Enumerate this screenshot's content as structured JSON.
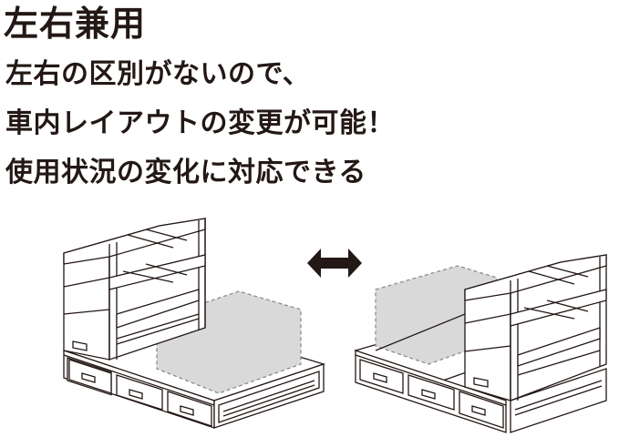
{
  "heading": {
    "title": "左右兼用",
    "lines": [
      "左右の区別がないので、",
      "車内レイアウトの変更が可能！",
      "使用状況の変化に対応できる"
    ]
  },
  "illustration": {
    "left_variant": "shelf-unit-left-with-open-floor-right",
    "right_variant": "shelf-unit-right-with-open-floor-left",
    "arrow": "double-headed-arrow",
    "colors": {
      "line": "#231815",
      "highlight_area": "#d9d9d9",
      "dashed_border": "#8c8c8c"
    }
  }
}
